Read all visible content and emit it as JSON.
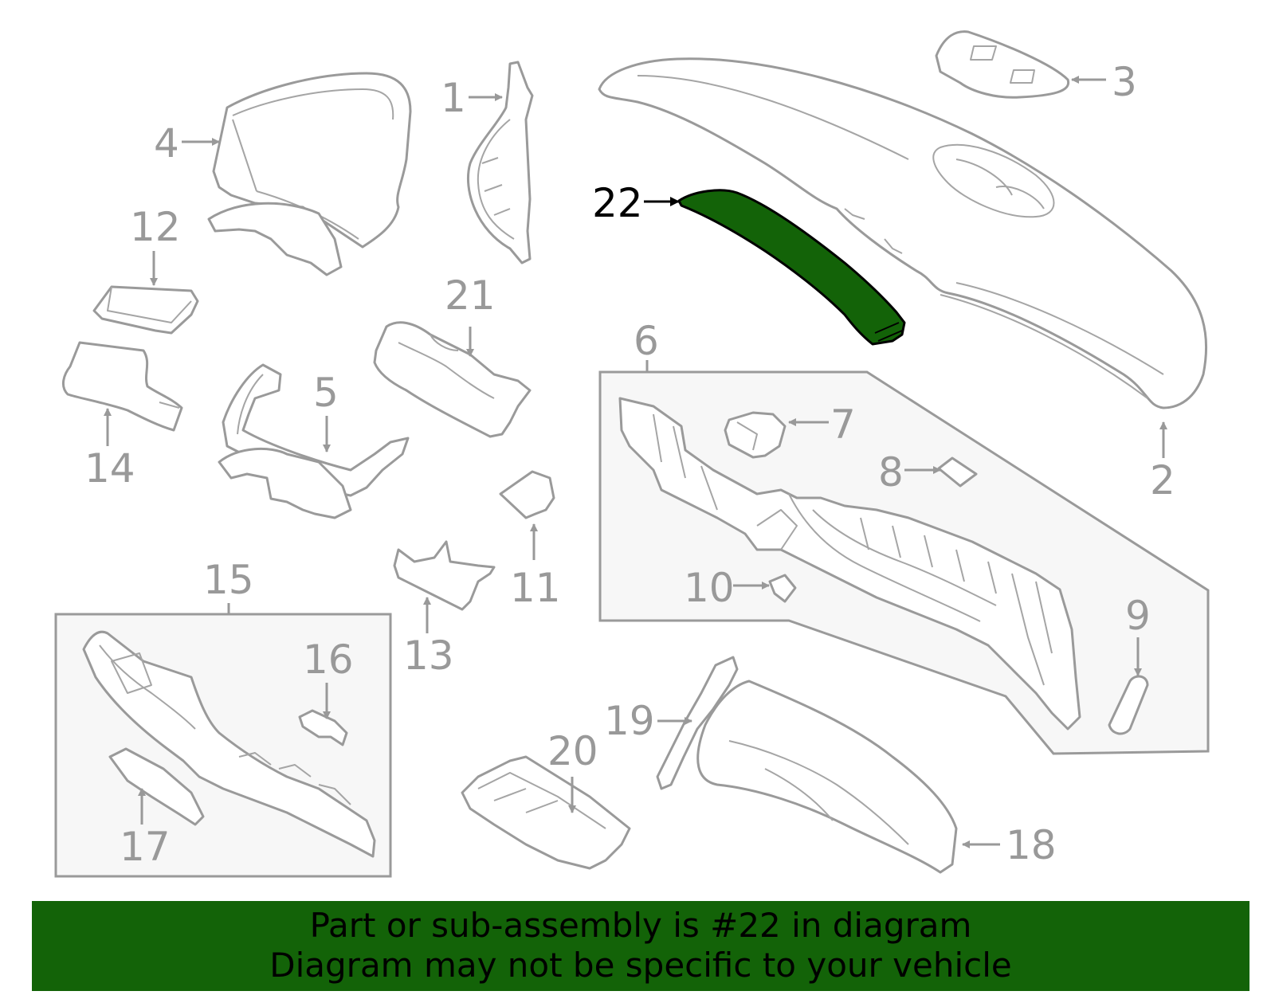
{
  "diagram": {
    "callouts": [
      {
        "id": "1",
        "label": "1"
      },
      {
        "id": "2",
        "label": "2"
      },
      {
        "id": "3",
        "label": "3"
      },
      {
        "id": "4",
        "label": "4"
      },
      {
        "id": "5",
        "label": "5"
      },
      {
        "id": "6",
        "label": "6"
      },
      {
        "id": "7",
        "label": "7"
      },
      {
        "id": "8",
        "label": "8"
      },
      {
        "id": "9",
        "label": "9"
      },
      {
        "id": "10",
        "label": "10"
      },
      {
        "id": "11",
        "label": "11"
      },
      {
        "id": "12",
        "label": "12"
      },
      {
        "id": "13",
        "label": "13"
      },
      {
        "id": "14",
        "label": "14"
      },
      {
        "id": "15",
        "label": "15"
      },
      {
        "id": "16",
        "label": "16"
      },
      {
        "id": "17",
        "label": "17"
      },
      {
        "id": "18",
        "label": "18"
      },
      {
        "id": "19",
        "label": "19"
      },
      {
        "id": "20",
        "label": "20"
      },
      {
        "id": "21",
        "label": "21"
      },
      {
        "id": "22",
        "label": "22"
      }
    ],
    "highlighted_part": "22",
    "colors": {
      "highlight": "#136308",
      "line_art": "#9a9a9a",
      "group_box_fill": "#f7f7f7",
      "banner": "#136308"
    }
  },
  "banner": {
    "line1": "Part or sub-assembly is #22 in diagram",
    "line2": "Diagram may not be specific to your vehicle"
  }
}
